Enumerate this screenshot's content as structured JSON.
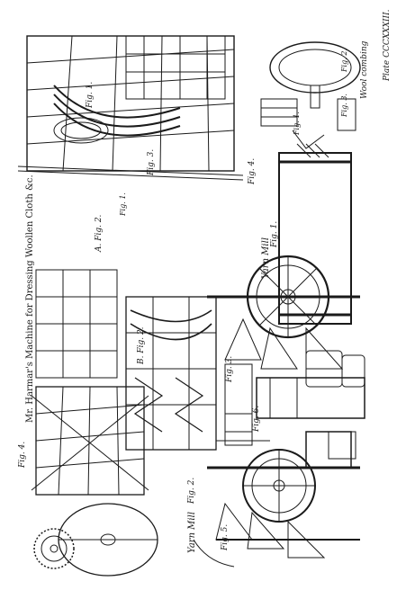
{
  "plate": {
    "plate_number": "Plate CCCXXXIII.",
    "title": "Mr. Harmar's Machine for Dressing Woollen Cloth &c.",
    "sections": {
      "wool_combing": "Wool combing",
      "yarn_mill_1": "Yarn Mill",
      "yarn_mill_2": "Yarn Mill"
    },
    "figures": {
      "fig1_top": "Fig. 1.",
      "fig1_mid": "Fig. 1.",
      "fig2_a": "A. Fig. 2.",
      "fig2_b": "B. Fig. 2.",
      "fig3_top": "Fig. 3.",
      "fig3_mid": "Fig. 3.",
      "fig4_left": "Fig. 4.",
      "fig4_right": "Fig. 4.",
      "fig5": "Fig. 5.",
      "fig6": "Fig. 6.",
      "yarn_fig1": "Fig. 1.",
      "yarn_fig2": "Fig. 2.",
      "wool_fig1": "Fig. 1.",
      "wool_fig2": "Fig. 2.",
      "wool_fig3": "Fig. 3."
    }
  },
  "colors": {
    "paper": "#ffffff",
    "ink": "#1a1a1a"
  }
}
